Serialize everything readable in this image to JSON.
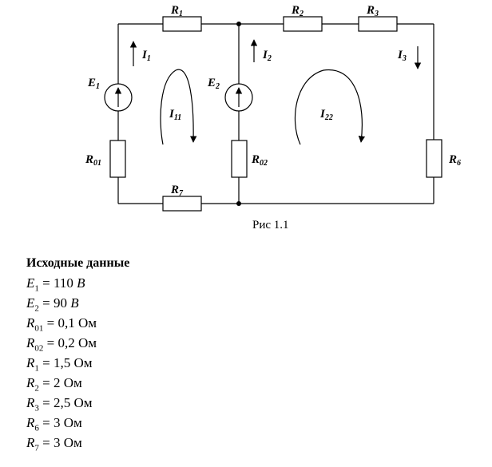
{
  "diagram": {
    "caption": "Рис 1.1",
    "resistors": [
      {
        "id": "r1",
        "name": "R",
        "sub": "1"
      },
      {
        "id": "r2",
        "name": "R",
        "sub": "2"
      },
      {
        "id": "r3",
        "name": "R",
        "sub": "3"
      },
      {
        "id": "r7",
        "name": "R",
        "sub": "7"
      },
      {
        "id": "r01",
        "name": "R",
        "sub": "01"
      },
      {
        "id": "r02",
        "name": "R",
        "sub": "02"
      },
      {
        "id": "r6",
        "name": "R",
        "sub": "6"
      }
    ],
    "sources": [
      {
        "id": "e1",
        "name": "E",
        "sub": "1"
      },
      {
        "id": "e2",
        "name": "E",
        "sub": "2"
      }
    ],
    "currents": [
      {
        "id": "i1",
        "name": "I",
        "sub": "1"
      },
      {
        "id": "i2",
        "name": "I",
        "sub": "2"
      },
      {
        "id": "i3",
        "name": "I",
        "sub": "3"
      }
    ],
    "loops": [
      {
        "id": "i11",
        "name": "I",
        "sub": "11"
      },
      {
        "id": "i22",
        "name": "I",
        "sub": "22"
      }
    ]
  },
  "given": {
    "heading": "Исходные данные",
    "items": [
      {
        "sym": "E",
        "sub": "1",
        "value": "110",
        "unit": "В",
        "unit_italic": true
      },
      {
        "sym": "E",
        "sub": "2",
        "value": "90",
        "unit": "В",
        "unit_italic": true
      },
      {
        "sym": "R",
        "sub": "01",
        "value": "0,1",
        "unit": "Ом",
        "unit_italic": false
      },
      {
        "sym": "R",
        "sub": "02",
        "value": "0,2",
        "unit": "Ом",
        "unit_italic": false
      },
      {
        "sym": "R",
        "sub": "1",
        "value": "1,5",
        "unit": "Ом",
        "unit_italic": false
      },
      {
        "sym": "R",
        "sub": "2",
        "value": "2",
        "unit": "Ом",
        "unit_italic": false
      },
      {
        "sym": "R",
        "sub": "3",
        "value": "2,5",
        "unit": "Ом",
        "unit_italic": false
      },
      {
        "sym": "R",
        "sub": "6",
        "value": "3",
        "unit": "Ом",
        "unit_italic": false
      },
      {
        "sym": "R",
        "sub": "7",
        "value": "3",
        "unit": "Ом",
        "unit_italic": false
      }
    ]
  }
}
